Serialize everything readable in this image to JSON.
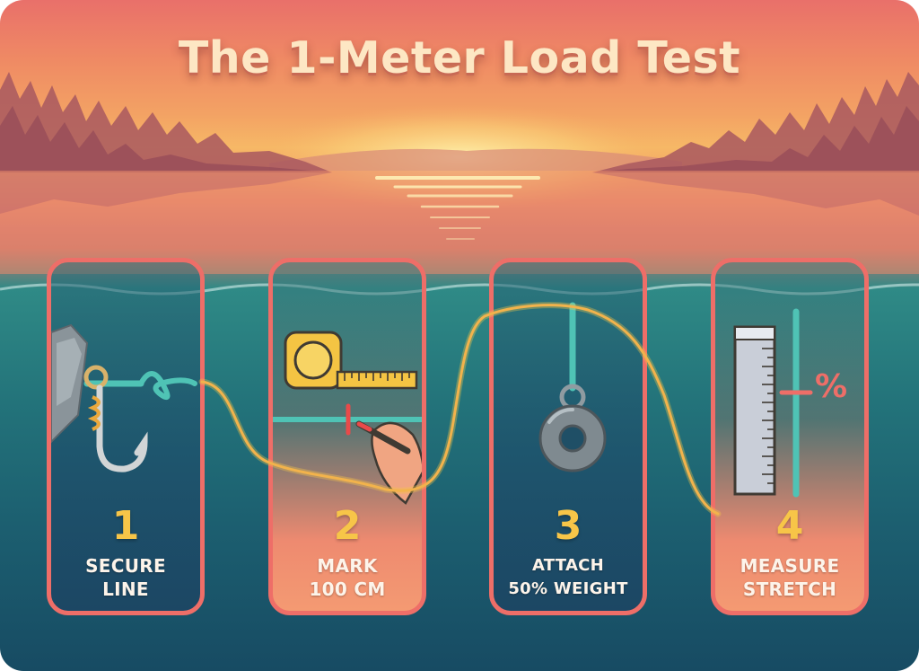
{
  "title": "The 1-Meter Load Test",
  "steps": [
    {
      "number": "1",
      "line1": "SECURE",
      "line2": "LINE",
      "icon": "hook-knot-icon"
    },
    {
      "number": "2",
      "line1": "MARK",
      "line2": "100 CM",
      "icon": "tape-measure-icon"
    },
    {
      "number": "3",
      "line1": "ATTACH",
      "line2": "50% WEIGHT",
      "icon": "weight-icon"
    },
    {
      "number": "4",
      "line1": "MEASURE",
      "line2": "STRETCH",
      "icon": "ruler-icon"
    }
  ],
  "stretch_symbol": "%",
  "colors": {
    "card_border": "#ee6e68",
    "number": "#f7c548",
    "line": "#f2b34c",
    "fishing_line": "#4fc3b5",
    "title": "#fde7c4"
  }
}
